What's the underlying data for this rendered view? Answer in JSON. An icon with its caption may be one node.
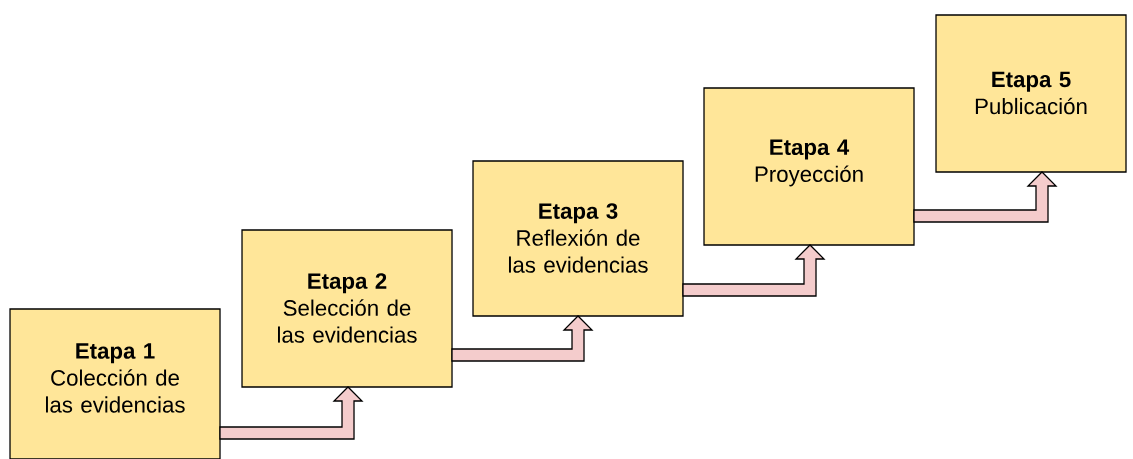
{
  "diagram": {
    "nodes": [
      {
        "text": [
          "Etapa 1",
          "Colección de las evidencias"
        ]
      },
      {
        "text": [
          "Etapa 2",
          "Selección de las evidencias"
        ]
      },
      {
        "text": [
          "Etapa 3",
          "Reflexión de las evidencias"
        ]
      },
      {
        "text": [
          "Etapa 4",
          "Proyección"
        ]
      },
      {
        "text": [
          "Etapa 5",
          "Publicación"
        ]
      }
    ],
    "edges": [
      {
        "from": 0,
        "to": 1,
        "arrow": "to"
      },
      {
        "from": 1,
        "to": 2,
        "arrow": "to"
      },
      {
        "from": 2,
        "to": 3,
        "arrow": "to"
      },
      {
        "from": 3,
        "to": 4,
        "arrow": "to"
      }
    ]
  }
}
